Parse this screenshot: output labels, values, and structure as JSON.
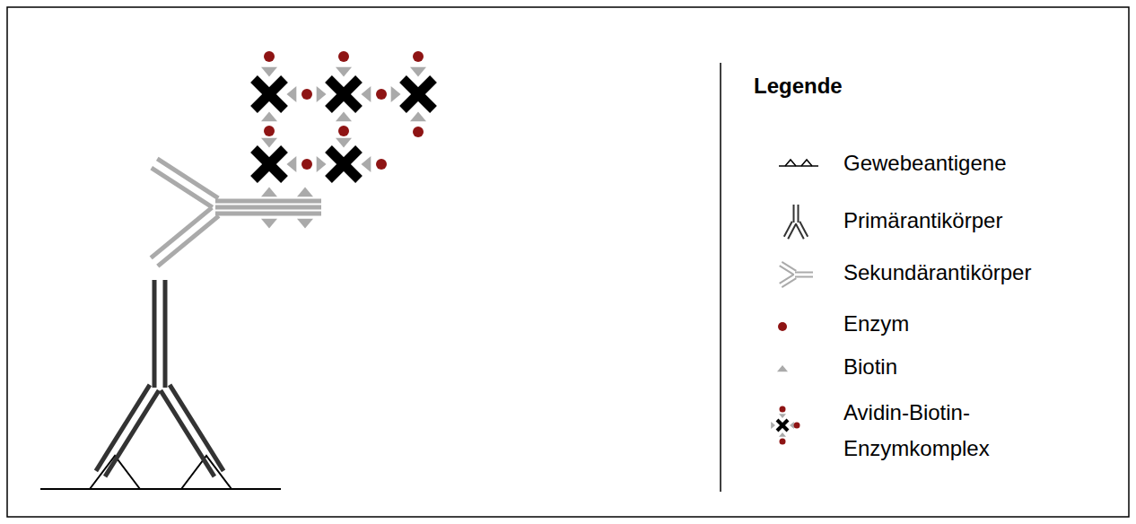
{
  "diagram": {
    "labels": [
      "Legende"
    ],
    "legend": [
      {
        "text": "Gewebeantigene"
      },
      {
        "text": "Primärantikörper"
      },
      {
        "text": "Sekundärantikörper"
      },
      {
        "text": "Enzym"
      },
      {
        "text": "Biotin"
      },
      {
        "text": "Avidin-Biotin- Enzymkomplex"
      }
    ]
  }
}
